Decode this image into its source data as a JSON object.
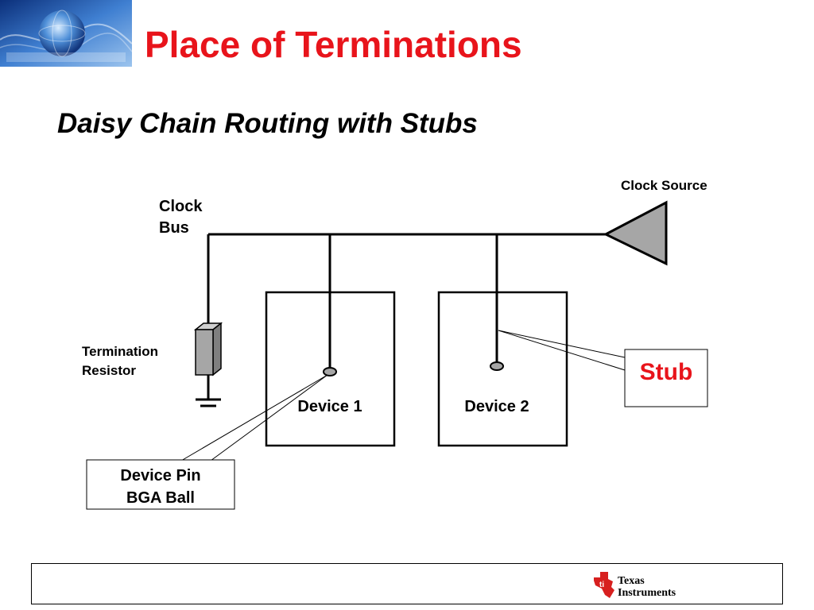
{
  "slide": {
    "title": "Place of Terminations",
    "subtitle": "Daisy Chain Routing with Stubs"
  },
  "diagram": {
    "clock_bus_label": [
      "Clock",
      "Bus"
    ],
    "clock_source_label": "Clock Source",
    "termination_label": [
      "Termination",
      "Resistor"
    ],
    "device1_label": "Device 1",
    "device2_label": "Device 2",
    "stub_callout": "Stub",
    "pin_callout": [
      "Device Pin",
      "BGA Ball"
    ]
  },
  "footer": {
    "logo_lines": [
      "Texas",
      "Instruments"
    ]
  },
  "colors": {
    "title": "#e8141b",
    "stub_text": "#e8141b",
    "triangle_fill": "#a6a6a6",
    "resistor_fill": "#a6a6a6",
    "ti_red": "#d7201f"
  }
}
